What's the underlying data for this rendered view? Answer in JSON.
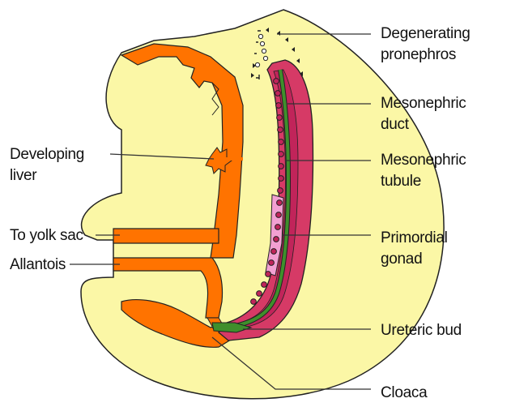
{
  "labels": {
    "degenerating_line1": "Degenerating",
    "degenerating_line2": "pronephros",
    "mesonephric_duct_line1": "Mesonephric",
    "mesonephric_duct_line2": "duct",
    "mesonephric_tubule_line1": "Mesonephric",
    "mesonephric_tubule_line2": "tubule",
    "primordial_line1": "Primordial",
    "primordial_line2": "gonad",
    "ureteric_bud": "Ureteric bud",
    "cloaca": "Cloaca",
    "developing_line1": "Developing",
    "developing_line2": "liver",
    "to_yolk_sac": "To yolk sac",
    "allantois": "Allantois"
  },
  "colors": {
    "embryo_fill": "#FBF7A6",
    "gut": "#FF7300",
    "mesonephros_outer": "#D63A66",
    "mesonephros_inner": "#C1245A",
    "duct": "#3F8F2C",
    "gonad": "#F2A0D2",
    "outline": "#222222"
  }
}
